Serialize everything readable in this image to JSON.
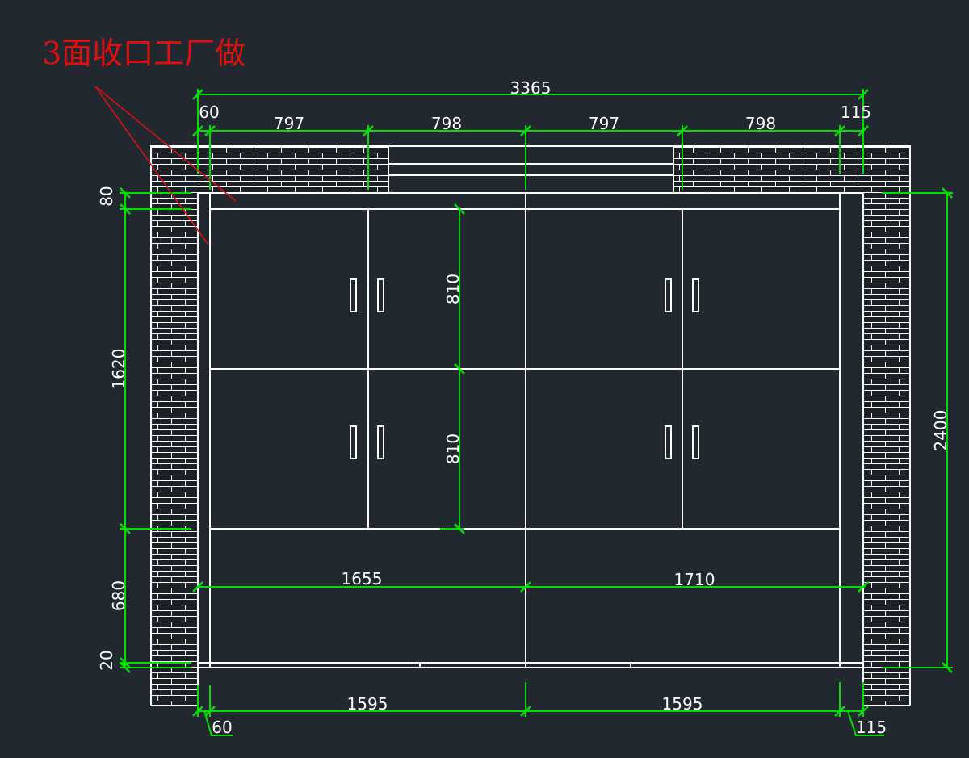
{
  "annotation": {
    "text": "3面收口工厂做"
  },
  "dimensions": {
    "overall_width": "3365",
    "left_gap_top": "60",
    "right_gap_top": "115",
    "top_segments": [
      "797",
      "798",
      "797",
      "798"
    ],
    "top_gap": "80",
    "cabinet_height": "1620",
    "base_height": "680",
    "bottom_gap": "20",
    "overall_height": "2400",
    "door_height_upper": "810",
    "door_height_lower": "810",
    "middle_left": "1655",
    "middle_right": "1710",
    "bottom_left": "1595",
    "bottom_right": "1595",
    "left_gap_bottom": "60",
    "right_gap_bottom": "115"
  },
  "colors": {
    "background": "#212830",
    "lines": "#ffffff",
    "dimensions": "#00e000",
    "annotation": "#e01010"
  }
}
